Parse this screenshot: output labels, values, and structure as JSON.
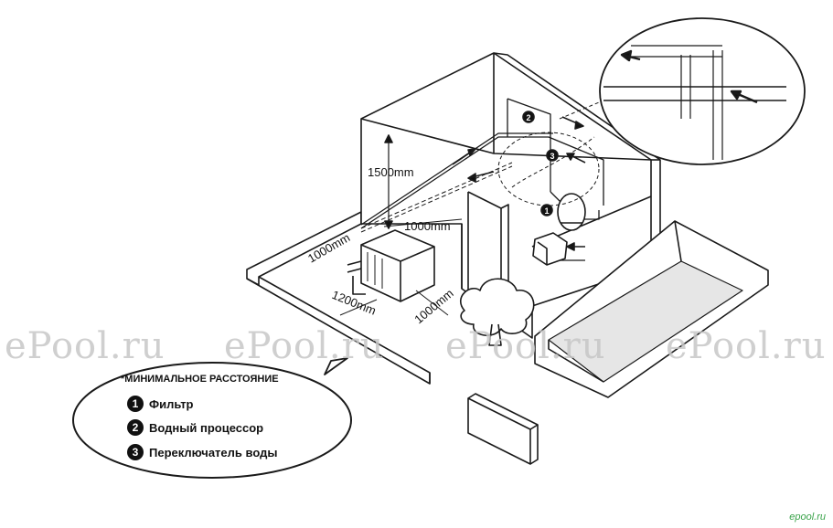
{
  "dimensions": {
    "vertical": "1500mm",
    "back": "1000mm",
    "side": "1000mm",
    "front": "1200mm",
    "tree": "1000mm"
  },
  "markers": {
    "filter": "1",
    "processor": "2",
    "switch": "3"
  },
  "legend": {
    "title": "*МИНИМАЛЬНОЕ РАССТОЯНИЕ",
    "items": [
      {
        "num": "1",
        "label": "Фильтр"
      },
      {
        "num": "2",
        "label": "Водный процессор"
      },
      {
        "num": "3",
        "label": "Переключатель воды"
      }
    ]
  },
  "watermarks": [
    "ePool.ru",
    "ePool.ru",
    "ePool.ru",
    "ePool.ru"
  ],
  "brand": "epool.ru"
}
